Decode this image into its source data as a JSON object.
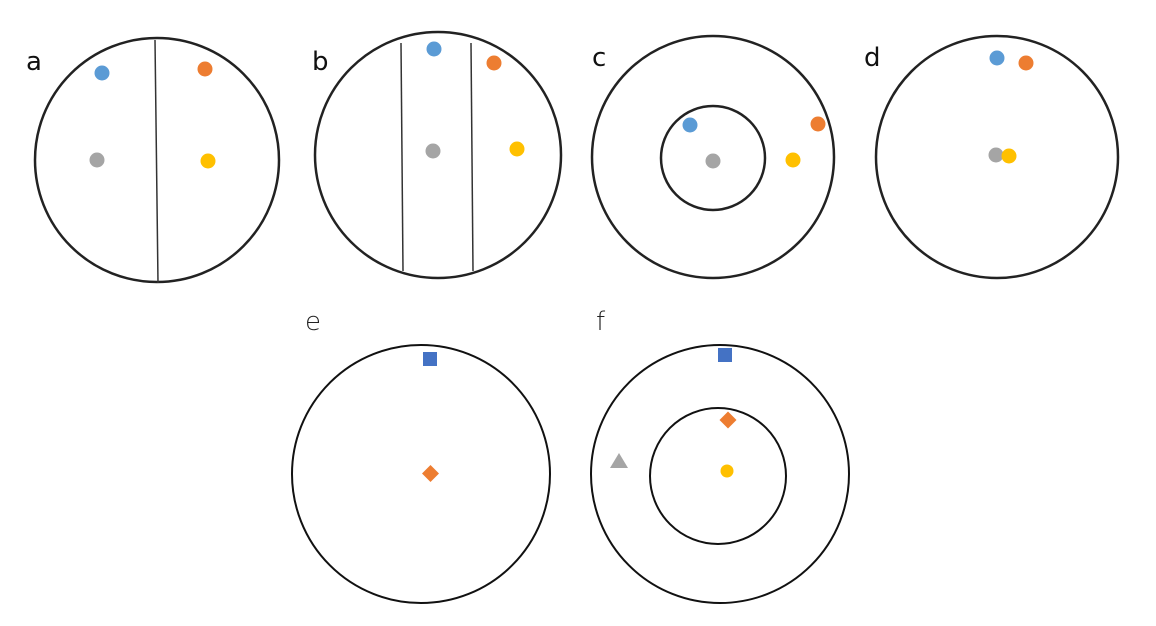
{
  "panels": [
    {
      "id": "a",
      "label": "a",
      "style": "bold"
    },
    {
      "id": "b",
      "label": "b",
      "style": "bold"
    },
    {
      "id": "c",
      "label": "c",
      "style": "bold"
    },
    {
      "id": "d",
      "label": "d",
      "style": "bold"
    },
    {
      "id": "e",
      "label": "e",
      "style": "light"
    },
    {
      "id": "f",
      "label": "f",
      "style": "light"
    }
  ],
  "colors": {
    "outline": "#222222",
    "divider": "#333333",
    "blue_dot": "#5b9bd5",
    "orange_dot": "#ed7d31",
    "gray_dot": "#a5a5a5",
    "yellow_dot": "#ffc000",
    "blue_square": "#4472c4",
    "orange_diamond": "#ed7d31",
    "gray_triangle": "#a5a5a5",
    "yellow_circle": "#ffc000"
  }
}
